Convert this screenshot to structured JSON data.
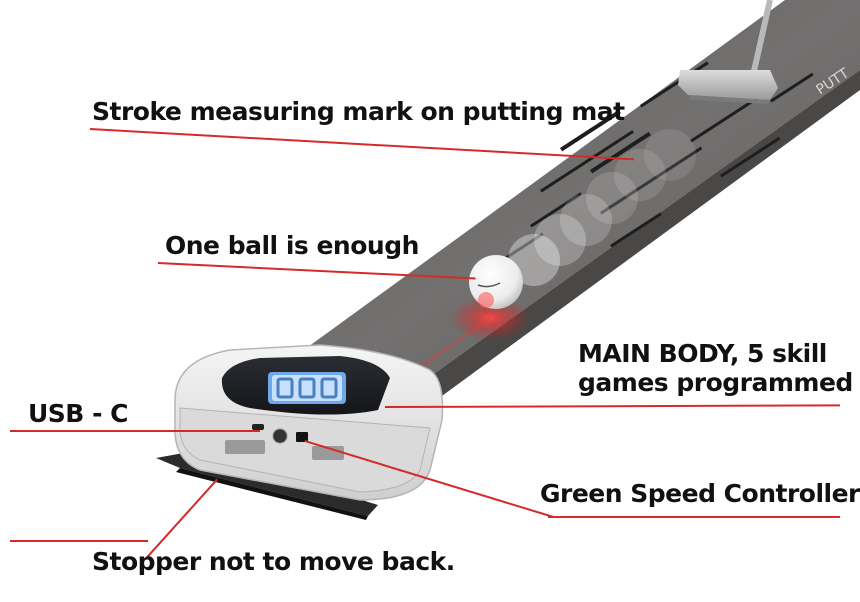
{
  "callouts": {
    "stroke_mark": "Stroke measuring mark on putting mat",
    "one_ball": "One ball is enough",
    "main_body_line1": "MAIN BODY, 5 skill",
    "main_body_line2": "games programmed",
    "usb": "USB - C",
    "green_speed": "Green Speed Controller",
    "stopper": "Stopper not to move back."
  },
  "colors": {
    "leader_line": "#d42a2a",
    "mat": "#6d6b69",
    "device_body": "#e9e9e9",
    "display_glow": "#cfe6ff",
    "laser": "#ff2a2a"
  },
  "icons": {
    "putter": "putter-icon",
    "golf_ball": "golf-ball-icon",
    "device": "putting-device-icon",
    "display": "led-display-icon"
  }
}
